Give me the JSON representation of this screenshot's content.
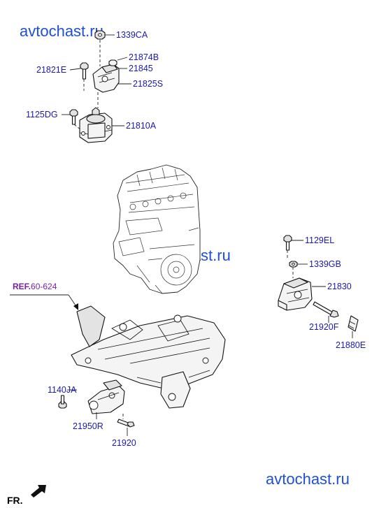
{
  "watermarks": [
    "avtochast.ru",
    "avtochast.ru",
    "avtochast.ru"
  ],
  "labels": {
    "p1339CA": "1339CA",
    "p21874B": "21874B",
    "p21845": "21845",
    "p21821E": "21821E",
    "p21825S": "21825S",
    "p1125DG": "1125DG",
    "p21810A": "21810A",
    "p1129EL": "1129EL",
    "p1339GB": "1339GB",
    "p21830": "21830",
    "p21920F": "21920F",
    "p21880E": "21880E",
    "p1140JA": "1140JA",
    "p21950R": "21950R",
    "p21920": "21920"
  },
  "ref": {
    "prefix": "REF.",
    "code": "60-624"
  },
  "direction": "FR."
}
